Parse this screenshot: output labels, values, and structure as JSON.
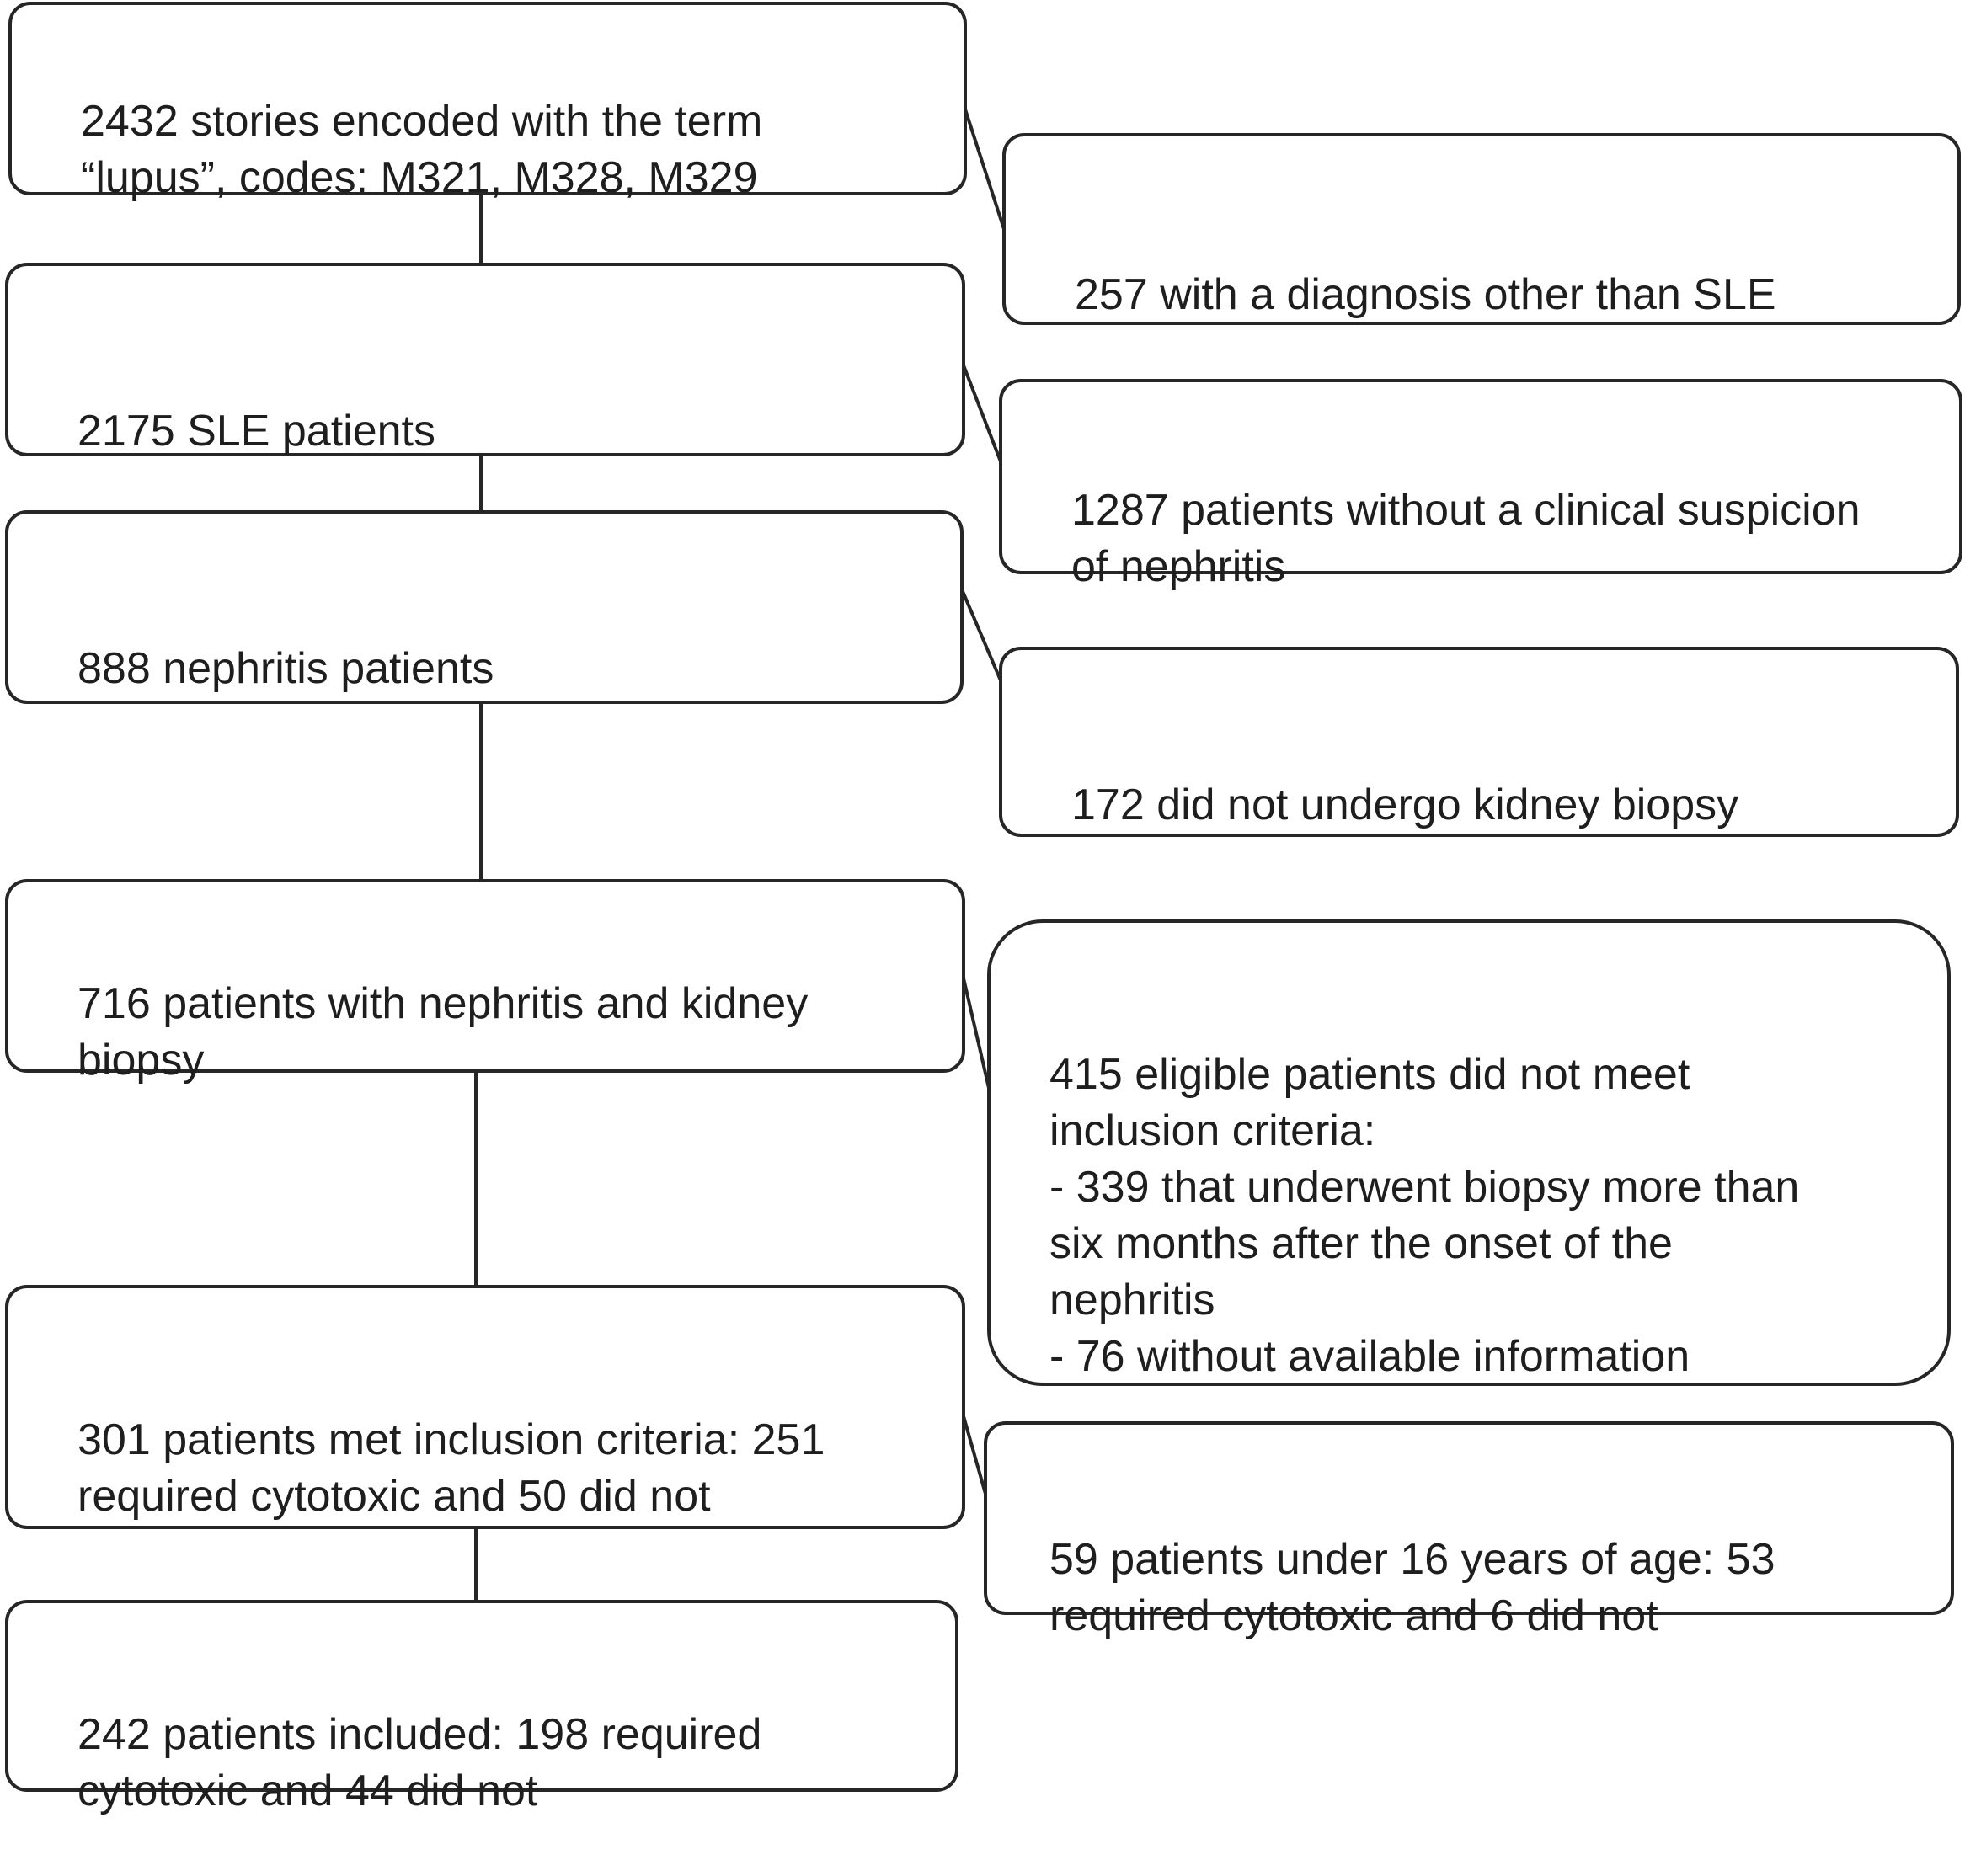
{
  "flow": {
    "main_steps": [
      {
        "text": "2432 stories encoded with the term\n“lupus”, codes: M321, M328, M329"
      },
      {
        "text": "2175 SLE patients"
      },
      {
        "text": "888 nephritis patients"
      },
      {
        "text": "716 patients with nephritis and kidney\nbiopsy"
      },
      {
        "text": "301 patients met inclusion criteria: 251\nrequired cytotoxic and 50 did not"
      },
      {
        "text": "242 patients included: 198 required\ncytotoxic and 44 did not"
      }
    ],
    "exclusions": [
      {
        "text": "257 with a diagnosis other than SLE"
      },
      {
        "text": "1287 patients without a clinical suspicion\nof nephritis"
      },
      {
        "text": "172 did not undergo kidney biopsy"
      },
      {
        "text": "415 eligible patients did not meet\ninclusion criteria:\n- 339 that underwent biopsy more than\nsix months after the onset of the\nnephritis\n- 76 without available information"
      },
      {
        "text": "59 patients under 16 years of age: 53\nrequired cytotoxic and 6 did not"
      }
    ]
  },
  "colors": {
    "border": "#262626",
    "text": "#1e1e1e",
    "background": "#ffffff"
  }
}
